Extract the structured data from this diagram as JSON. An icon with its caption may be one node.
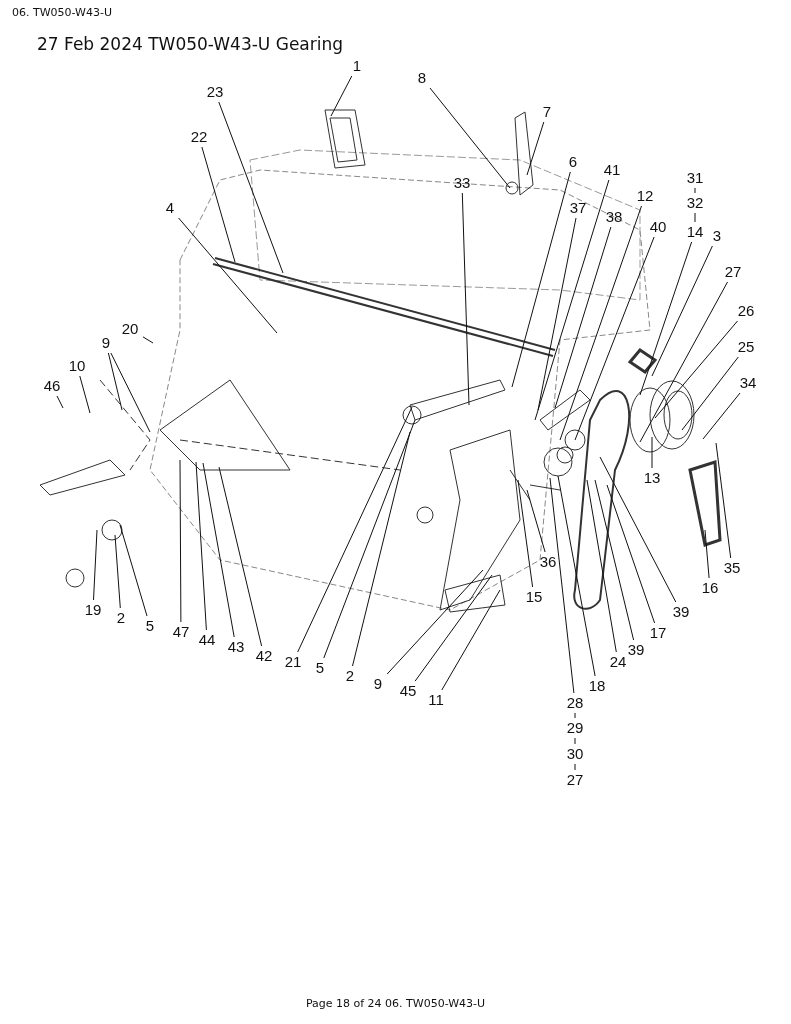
{
  "diagram": {
    "title": "27 Feb 2024 TW050-W43-U Gearing",
    "nodes": [
      {
        "text": [
          "1"
        ]
      },
      {
        "text": [
          "8"
        ]
      },
      {
        "text": [
          "23"
        ]
      },
      {
        "text": [
          "7"
        ]
      },
      {
        "text": [
          "22"
        ]
      },
      {
        "text": [
          "31"
        ]
      },
      {
        "text": [
          "6"
        ]
      },
      {
        "text": [
          "41"
        ]
      },
      {
        "text": [
          "33"
        ]
      },
      {
        "text": [
          "12"
        ]
      },
      {
        "text": [
          "32"
        ]
      },
      {
        "text": [
          "37"
        ]
      },
      {
        "text": [
          "38"
        ]
      },
      {
        "text": [
          "4"
        ]
      },
      {
        "text": [
          "40"
        ]
      },
      {
        "text": [
          "14"
        ]
      },
      {
        "text": [
          "3"
        ]
      },
      {
        "text": [
          "27"
        ]
      },
      {
        "text": [
          "26"
        ]
      },
      {
        "text": [
          "25"
        ]
      },
      {
        "text": [
          "20"
        ]
      },
      {
        "text": [
          "9"
        ]
      },
      {
        "text": [
          "34"
        ]
      },
      {
        "text": [
          "10"
        ]
      },
      {
        "text": [
          "46"
        ]
      },
      {
        "text": [
          "13"
        ]
      },
      {
        "text": [
          "35"
        ]
      },
      {
        "text": [
          "36"
        ]
      },
      {
        "text": [
          "16"
        ]
      },
      {
        "text": [
          "15"
        ]
      },
      {
        "text": [
          "19"
        ]
      },
      {
        "text": [
          "39"
        ]
      },
      {
        "text": [
          "2"
        ]
      },
      {
        "text": [
          "5"
        ]
      },
      {
        "text": [
          "47"
        ]
      },
      {
        "text": [
          "17"
        ]
      },
      {
        "text": [
          "44"
        ]
      },
      {
        "text": [
          "43"
        ]
      },
      {
        "text": [
          "39"
        ]
      },
      {
        "text": [
          "42"
        ]
      },
      {
        "text": [
          "21"
        ]
      },
      {
        "text": [
          "24"
        ]
      },
      {
        "text": [
          "5"
        ]
      },
      {
        "text": [
          "2"
        ]
      },
      {
        "text": [
          "9"
        ]
      },
      {
        "text": [
          "18"
        ]
      },
      {
        "text": [
          "45"
        ]
      },
      {
        "text": [
          "11"
        ]
      },
      {
        "text": [
          "28"
        ]
      },
      {
        "text": [
          "29"
        ]
      },
      {
        "text": [
          "30"
        ]
      },
      {
        "text": [
          "27"
        ]
      }
    ],
    "edges": [
      {
        "from": 0,
        "to": null,
        "arrow": "none"
      },
      {
        "from": 1,
        "to": null,
        "arrow": "none"
      },
      {
        "from": 2,
        "to": null,
        "arrow": "none"
      },
      {
        "from": 3,
        "to": null,
        "arrow": "none"
      },
      {
        "from": 4,
        "to": null,
        "arrow": "none"
      },
      {
        "from": 5,
        "to": 10,
        "arrow": "none"
      },
      {
        "from": 6,
        "to": null,
        "arrow": "none"
      },
      {
        "from": 7,
        "to": null,
        "arrow": "none"
      },
      {
        "from": 8,
        "to": null,
        "arrow": "none"
      },
      {
        "from": 9,
        "to": null,
        "arrow": "none"
      },
      {
        "from": 10,
        "to": 15,
        "arrow": "none"
      },
      {
        "from": 11,
        "to": null,
        "arrow": "none"
      },
      {
        "from": 12,
        "to": null,
        "arrow": "none"
      },
      {
        "from": 13,
        "to": null,
        "arrow": "none"
      },
      {
        "from": 14,
        "to": null,
        "arrow": "none"
      },
      {
        "from": 15,
        "to": null,
        "arrow": "none"
      },
      {
        "from": 16,
        "to": null,
        "arrow": "none"
      },
      {
        "from": 17,
        "to": null,
        "arrow": "none"
      },
      {
        "from": 18,
        "to": null,
        "arrow": "none"
      },
      {
        "from": 19,
        "to": null,
        "arrow": "none"
      },
      {
        "from": 20,
        "to": null,
        "arrow": "none"
      },
      {
        "from": 21,
        "to": null,
        "arrow": "none"
      },
      {
        "from": 21,
        "to": null,
        "arrow": "none"
      },
      {
        "from": 22,
        "to": null,
        "arrow": "none"
      },
      {
        "from": 23,
        "to": null,
        "arrow": "none"
      },
      {
        "from": 24,
        "to": null,
        "arrow": "none"
      },
      {
        "from": 25,
        "to": null,
        "arrow": "none"
      },
      {
        "from": 26,
        "to": null,
        "arrow": "none"
      },
      {
        "from": 27,
        "to": null,
        "arrow": "none"
      },
      {
        "from": 28,
        "to": null,
        "arrow": "none"
      },
      {
        "from": 29,
        "to": null,
        "arrow": "none"
      },
      {
        "from": 30,
        "to": null,
        "arrow": "none"
      },
      {
        "from": 31,
        "to": null,
        "arrow": "none"
      },
      {
        "from": 32,
        "to": null,
        "arrow": "none"
      },
      {
        "from": 33,
        "to": null,
        "arrow": "none"
      },
      {
        "from": 34,
        "to": null,
        "arrow": "none"
      },
      {
        "from": 35,
        "to": null,
        "arrow": "none"
      },
      {
        "from": 36,
        "to": null,
        "arrow": "none"
      },
      {
        "from": 37,
        "to": null,
        "arrow": "none"
      },
      {
        "from": 38,
        "to": null,
        "arrow": "none"
      },
      {
        "from": 39,
        "to": null,
        "arrow": "none"
      },
      {
        "from": 40,
        "to": null,
        "arrow": "none"
      },
      {
        "from": 41,
        "to": null,
        "arrow": "none"
      },
      {
        "from": 42,
        "to": null,
        "arrow": "none"
      },
      {
        "from": 43,
        "to": null,
        "arrow": "none"
      },
      {
        "from": 44,
        "to": null,
        "arrow": "none"
      },
      {
        "from": 45,
        "to": null,
        "arrow": "none"
      },
      {
        "from": 46,
        "to": null,
        "arrow": "none"
      },
      {
        "from": 47,
        "to": null,
        "arrow": "none"
      },
      {
        "from": 48,
        "to": null,
        "arrow": "none"
      },
      {
        "from": 48,
        "to": 49,
        "arrow": "none"
      },
      {
        "from": 49,
        "to": 50,
        "arrow": "none"
      },
      {
        "from": 50,
        "to": 51,
        "arrow": "none"
      }
    ],
    "labels": [
      "06. TW050-W43-U",
      "Page 18 of 24 06. TW050-W43-U"
    ]
  }
}
